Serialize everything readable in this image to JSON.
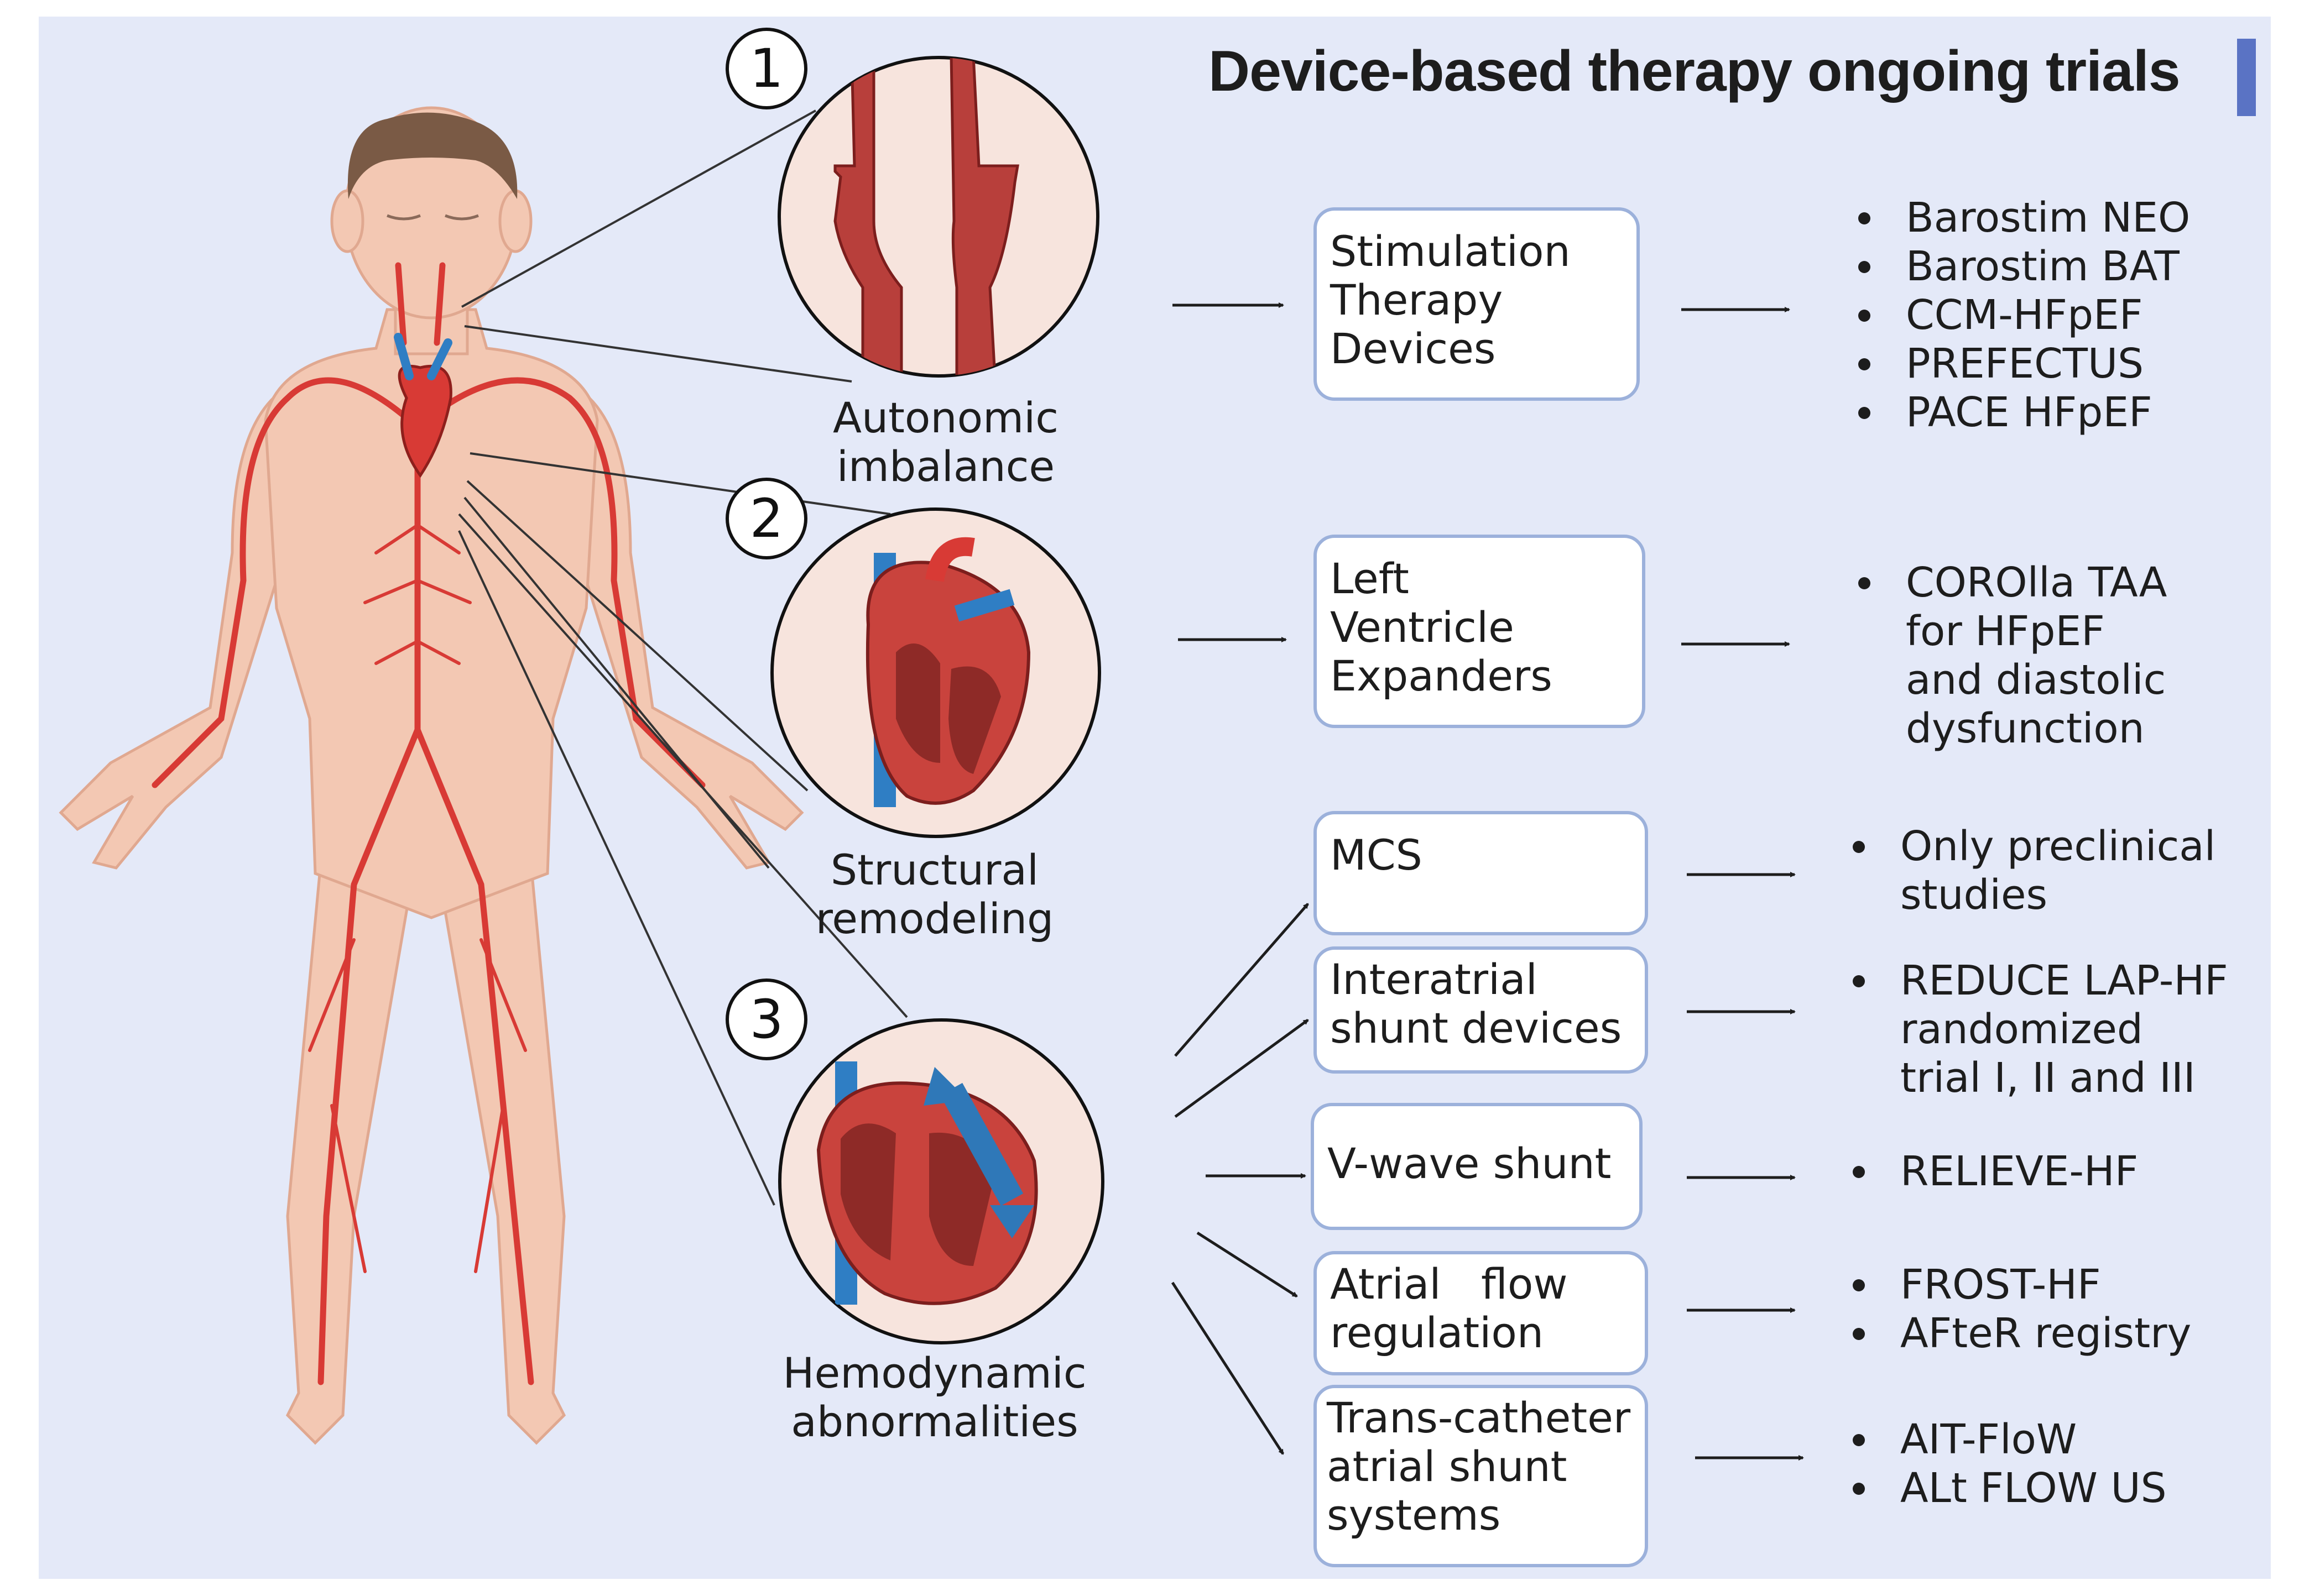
{
  "title": "Device-based therapy ongoing trials",
  "categories": [
    {
      "number": "1",
      "line1": "Autonomic",
      "line2": "imbalance"
    },
    {
      "number": "2",
      "line1": "Structural",
      "line2": "remodeling"
    },
    {
      "number": "3",
      "line1": "Hemodynamic",
      "line2": "abnormalities"
    }
  ],
  "devices": [
    {
      "lines": [
        "Stimulation",
        "Therapy",
        "Devices"
      ],
      "trials": [
        [
          "Barostim NEO"
        ],
        [
          "Barostim BAT"
        ],
        [
          "CCM-HFpEF"
        ],
        [
          "PREFECTUS"
        ],
        [
          "PACE HFpEF"
        ]
      ]
    },
    {
      "lines": [
        "Left",
        "Ventricle",
        "Expanders"
      ],
      "trials": [
        [
          "COROlla TAA",
          "for HFpEF",
          "and diastolic",
          "dysfunction"
        ]
      ]
    },
    {
      "lines": [
        "MCS"
      ],
      "trials": [
        [
          "Only preclinical",
          "studies"
        ]
      ]
    },
    {
      "lines": [
        "Interatrial",
        "shunt devices"
      ],
      "trials": [
        [
          "REDUCE LAP-HF",
          "randomized",
          "trial I, II and III"
        ]
      ]
    },
    {
      "lines": [
        "V-wave shunt"
      ],
      "trials": [
        [
          "RELIEVE-HF"
        ]
      ]
    },
    {
      "lines": [
        "Atrial   flow",
        "regulation"
      ],
      "trials": [
        [
          "FROST-HF"
        ],
        [
          "AFteR registry"
        ]
      ]
    },
    {
      "lines": [
        "Trans-catheter",
        "atrial shunt",
        "systems"
      ],
      "trials": [
        [
          "AIT-FloW"
        ],
        [
          "ALt FLOW US"
        ]
      ]
    }
  ],
  "colors": {
    "background": "#e4e9f8",
    "box_border": "#9cb1db",
    "accent_bar": "#5a73c4",
    "skin": "#f3c8b3",
    "artery": "#d83a35",
    "vein": "#2f7ec4",
    "hair": "#7a5a45"
  }
}
